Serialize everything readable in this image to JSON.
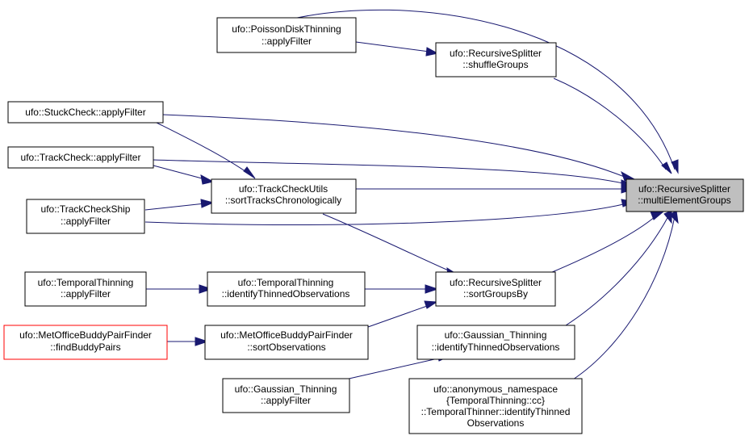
{
  "colors": {
    "edge": "#191970",
    "highlight_border": "#ff0000",
    "focus_fill": "#bfbfbf"
  },
  "nodes": {
    "multi": {
      "lines": [
        "ufo::RecursiveSplitter",
        "::multiElementGroups"
      ]
    },
    "poisson": {
      "lines": [
        "ufo::PoissonDiskThinning",
        "::applyFilter"
      ]
    },
    "shuffle": {
      "lines": [
        "ufo::RecursiveSplitter",
        "::shuffleGroups"
      ]
    },
    "stuck": {
      "lines": [
        "ufo::StuckCheck::applyFilter"
      ]
    },
    "track": {
      "lines": [
        "ufo::TrackCheck::applyFilter"
      ]
    },
    "trackutils": {
      "lines": [
        "ufo::TrackCheckUtils",
        "::sortTracksChronologically"
      ]
    },
    "trackship": {
      "lines": [
        "ufo::TrackCheckShip",
        "::applyFilter"
      ]
    },
    "tempthin": {
      "lines": [
        "ufo::TemporalThinning",
        "::applyFilter"
      ]
    },
    "tempident": {
      "lines": [
        "ufo::TemporalThinning",
        "::identifyThinnedObservations"
      ]
    },
    "sortgroups": {
      "lines": [
        "ufo::RecursiveSplitter",
        "::sortGroupsBy"
      ]
    },
    "buddyfind": {
      "lines": [
        "ufo::MetOfficeBuddyPairFinder",
        "::findBuddyPairs"
      ]
    },
    "buddysort": {
      "lines": [
        "ufo::MetOfficeBuddyPairFinder",
        "::sortObservations"
      ]
    },
    "gaussident": {
      "lines": [
        "ufo::Gaussian_Thinning",
        "::identifyThinnedObservations"
      ]
    },
    "gaussapply": {
      "lines": [
        "ufo::Gaussian_Thinning",
        "::applyFilter"
      ]
    },
    "anon": {
      "lines": [
        "ufo::anonymous_namespace",
        "{TemporalThinning::cc}",
        "::TemporalThinner::identifyThinned",
        "Observations"
      ]
    }
  }
}
